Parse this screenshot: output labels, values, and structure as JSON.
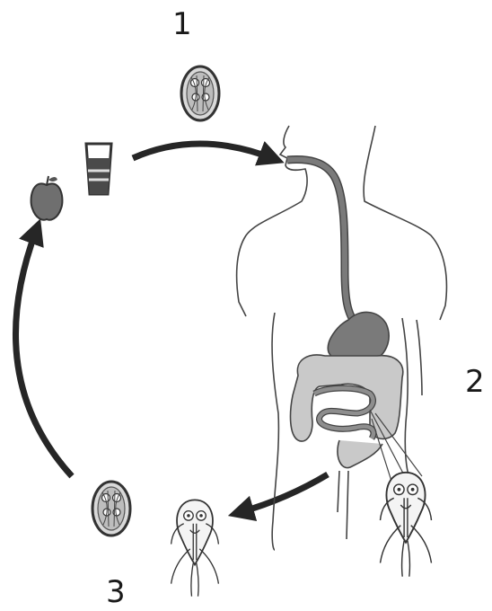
{
  "labels": {
    "stage_1": "1",
    "stage_2": "2",
    "stage_3": "3"
  },
  "colors": {
    "outline": "#333333",
    "arrow": "#262626",
    "gut_dark": "#7a7a7a",
    "gut_light": "#c9c9c9",
    "cyst_fill": "#d9d9d9"
  },
  "icons": {
    "cyst": "giardia-cyst-icon",
    "trophozoite": "giardia-trophozoite-icon",
    "apple": "apple-icon",
    "glass": "glass-of-water-icon",
    "body": "human-body-silhouette"
  }
}
